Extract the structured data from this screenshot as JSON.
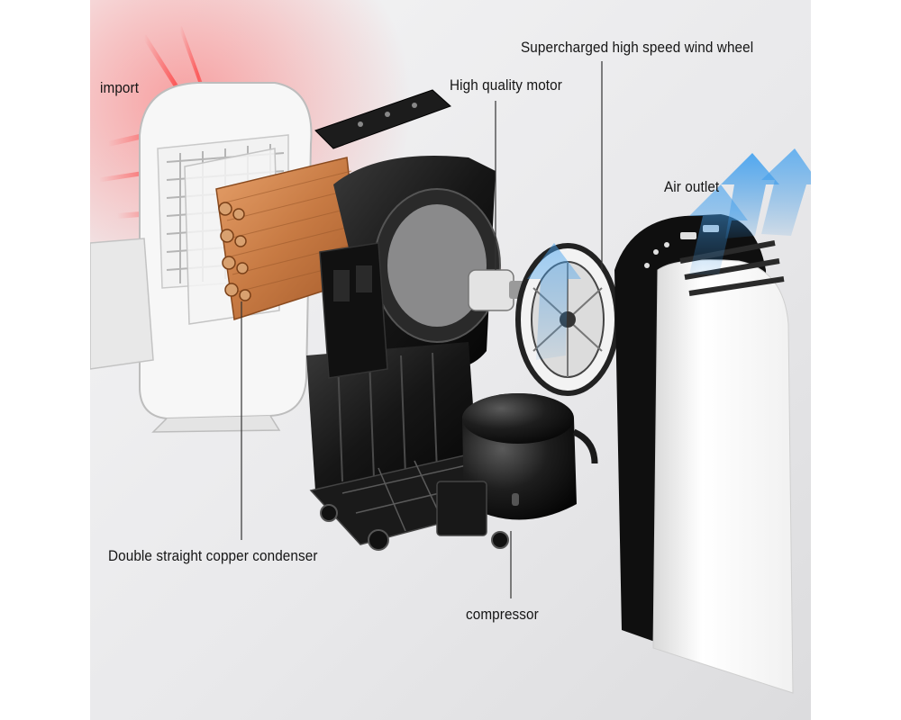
{
  "callouts": {
    "import": "import",
    "motor": "High quality motor",
    "wind_wheel": "Supercharged high speed wind wheel",
    "air_outlet": "Air outlet",
    "condenser": "Double straight copper condenser",
    "compressor": "compressor"
  },
  "colors": {
    "background": "#ececee",
    "copper": "#c77a43",
    "housing": "#161616",
    "shell": "#ffffff",
    "airflow_hot": "#e8343c",
    "airflow_cool": "#2f8fe0"
  },
  "icons": [
    "hot-air-intake-icon",
    "cool-air-outlet-arrows-icon"
  ]
}
